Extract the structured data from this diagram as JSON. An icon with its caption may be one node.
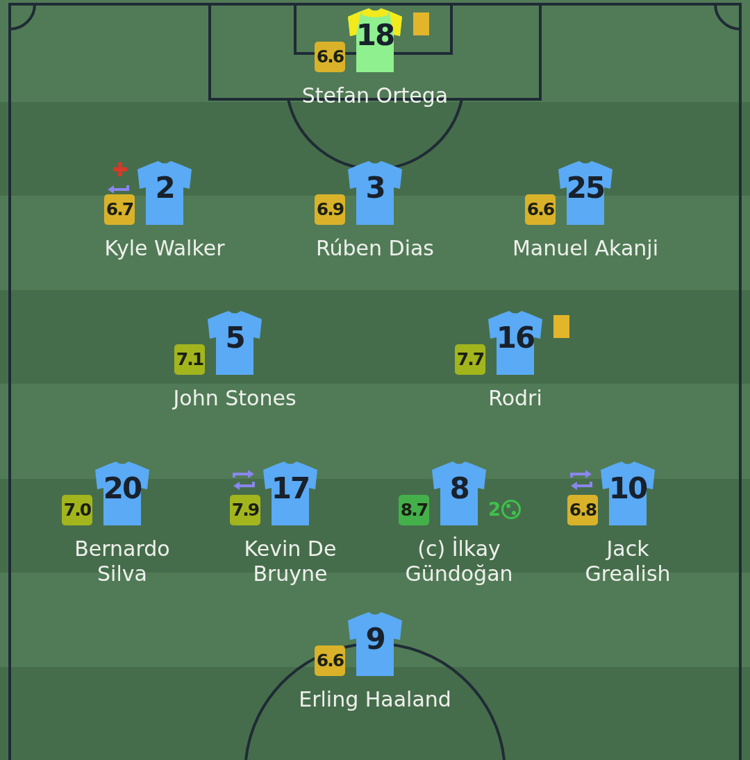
{
  "diagram": {
    "nodes": [
      {
        "text": [
          "6.6"
        ]
      },
      {
        "text": [
          "18"
        ],
        "beside": [
          "Stefan Ortega"
        ]
      },
      {
        "text": [
          "6.7"
        ]
      },
      {
        "text": [
          "2"
        ],
        "beside": [
          "Kyle Walker"
        ]
      },
      {
        "text": [
          "6.9"
        ]
      },
      {
        "text": [
          "3"
        ],
        "beside": [
          "Rúben Dias"
        ]
      },
      {
        "text": [
          "6.6"
        ]
      },
      {
        "text": [
          "25"
        ],
        "beside": [
          "Manuel Akanji"
        ]
      },
      {
        "text": [
          "7.1"
        ]
      },
      {
        "text": [
          "5"
        ],
        "beside": [
          "John Stones"
        ]
      },
      {
        "text": [
          "7.7"
        ]
      },
      {
        "text": [
          "16"
        ],
        "beside": [
          "Rodri"
        ]
      },
      {
        "text": [
          "7.0"
        ]
      },
      {
        "text": [
          "20"
        ],
        "beside": [
          "Bernardo Silva"
        ]
      },
      {
        "text": [
          "7.9"
        ]
      },
      {
        "text": [
          "17"
        ],
        "beside": [
          "Kevin De Bruyne"
        ]
      },
      {
        "text": [
          "8.7"
        ]
      },
      {
        "text": [
          "8"
        ],
        "beside": [
          "2",
          "(c) İlkay Gündoğan"
        ]
      },
      {
        "text": [
          "6.8"
        ]
      },
      {
        "text": [
          "10"
        ],
        "beside": [
          "Jack Grealish"
        ]
      },
      {
        "text": [
          "6.6"
        ]
      },
      {
        "text": [
          "9"
        ],
        "beside": [
          "Erling Haaland"
        ]
      }
    ]
  }
}
